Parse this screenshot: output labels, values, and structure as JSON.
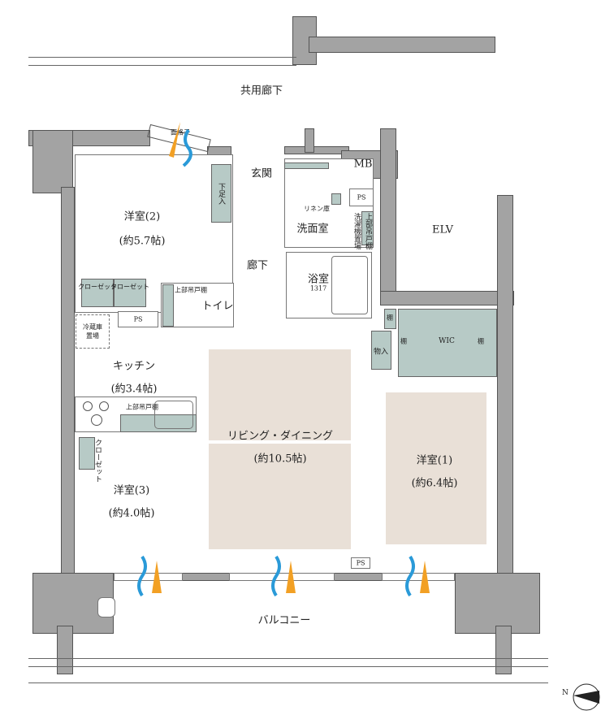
{
  "colors": {
    "wall": "#a3a3a3",
    "storage": "#b7cac6",
    "floor": "#e9e0d7",
    "wind_blue": "#2a9ad8",
    "wind_orange": "#f2a024"
  },
  "labels": {
    "corridor_common": "共用廊下",
    "mb": "MB",
    "elv": "ELV",
    "genkan": "玄関",
    "shoe_box": "下足入",
    "room2": "洋室(2)",
    "room2_size": "(約5.7帖)",
    "hallway": "廊下",
    "washroom": "洗面室",
    "linen": "リネン庫",
    "ps": "PS",
    "laundry": "洗濯機置場",
    "upper_cabinet": "上部吊戸棚",
    "bath": "浴室",
    "bath_size": "1317",
    "closet": "クローゼット",
    "toilet": "トイレ",
    "fridge": "冷蔵庫置場",
    "kitchen": "キッチン",
    "kitchen_size": "(約3.4帖)",
    "storage": "物入",
    "shelf": "棚",
    "wic": "WIC",
    "ld": "リビング・ダイニング",
    "ld_size": "(約10.5帖)",
    "room1": "洋室(1)",
    "room1_size": "(約6.4帖)",
    "room3": "洋室(3)",
    "room3_size": "(約4.0帖)",
    "balcony": "バルコニー",
    "grille": "面格子",
    "north": "N"
  },
  "icons": [
    "wind-arrow-icon",
    "north-compass-icon"
  ]
}
